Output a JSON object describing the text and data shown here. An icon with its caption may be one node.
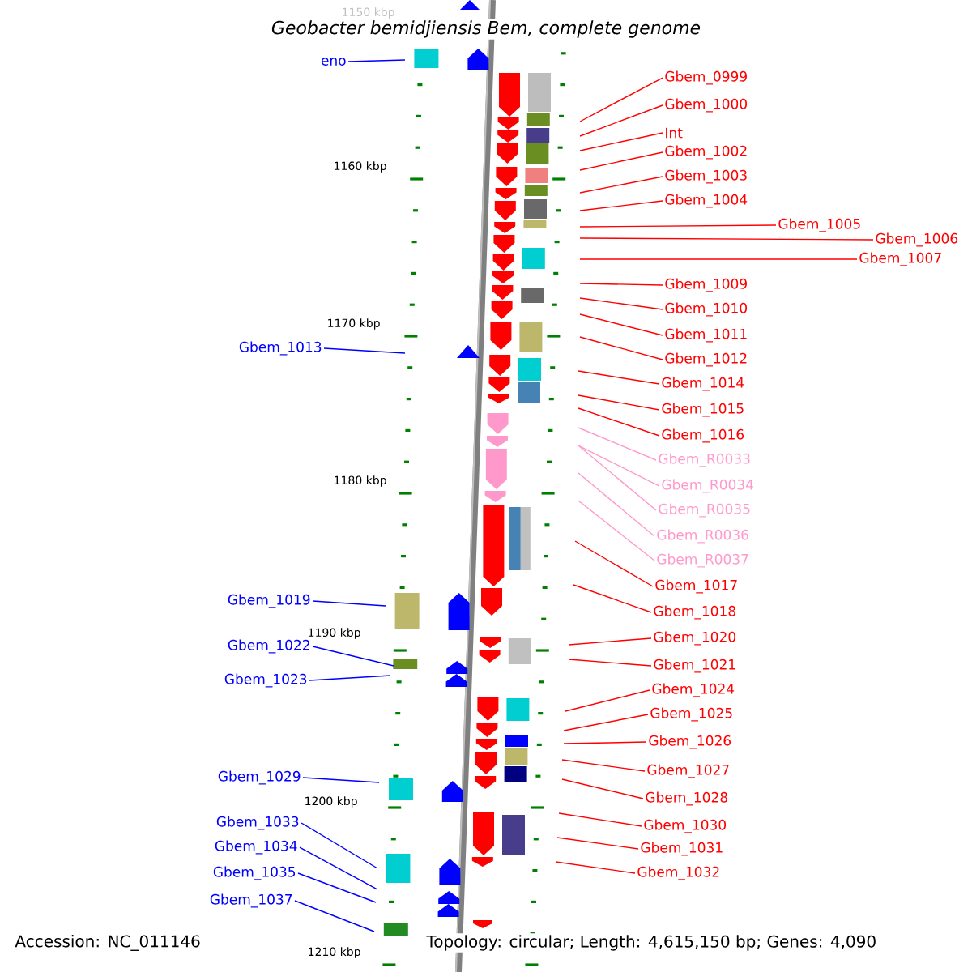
{
  "diagram": {
    "title": "Geobacter bemidjiensis Bem, complete genome",
    "nodes": [
      {
        "text": [
          "eno"
        ]
      },
      {
        "text": [
          "Gbem_0999"
        ]
      },
      {
        "text": [
          "Gbem_1000"
        ]
      },
      {
        "text": [
          "Int"
        ]
      },
      {
        "text": [
          "Gbem_1002"
        ]
      },
      {
        "text": [
          "Gbem_1003"
        ]
      },
      {
        "text": [
          "Gbem_1004"
        ]
      },
      {
        "text": [
          "Gbem_1005"
        ]
      },
      {
        "text": [
          "Gbem_1006"
        ]
      },
      {
        "text": [
          "Gbem_1007"
        ]
      },
      {
        "text": [
          "Gbem_1009"
        ]
      },
      {
        "text": [
          "Gbem_1010"
        ]
      },
      {
        "text": [
          "Gbem_1011"
        ]
      },
      {
        "text": [
          "Gbem_1013"
        ]
      },
      {
        "text": [
          "Gbem_1012"
        ]
      },
      {
        "text": [
          "Gbem_1014"
        ]
      },
      {
        "text": [
          "Gbem_1015"
        ]
      },
      {
        "text": [
          "Gbem_1016"
        ]
      },
      {
        "text": [
          "Gbem_R0033"
        ]
      },
      {
        "text": [
          "Gbem_R0034"
        ]
      },
      {
        "text": [
          "Gbem_R0035"
        ]
      },
      {
        "text": [
          "Gbem_R0036"
        ]
      },
      {
        "text": [
          "Gbem_R0037"
        ]
      },
      {
        "text": [
          "Gbem_1017"
        ]
      },
      {
        "text": [
          "Gbem_1019"
        ]
      },
      {
        "text": [
          "Gbem_1018"
        ]
      },
      {
        "text": [
          "Gbem_1020"
        ]
      },
      {
        "text": [
          "Gbem_1022"
        ]
      },
      {
        "text": [
          "Gbem_1021"
        ]
      },
      {
        "text": [
          "Gbem_1023"
        ]
      },
      {
        "text": [
          "Gbem_1024"
        ]
      },
      {
        "text": [
          "Gbem_1025"
        ]
      },
      {
        "text": [
          "Gbem_1026"
        ]
      },
      {
        "text": [
          "Gbem_1027"
        ]
      },
      {
        "text": [
          "Gbem_1029"
        ]
      },
      {
        "text": [
          "Gbem_1028"
        ]
      },
      {
        "text": [
          "Gbem_1033"
        ]
      },
      {
        "text": [
          "Gbem_1030"
        ]
      },
      {
        "text": [
          "Gbem_1034"
        ]
      },
      {
        "text": [
          "Gbem_1031"
        ]
      },
      {
        "text": [
          "Gbem_1035"
        ]
      },
      {
        "text": [
          "Gbem_1032"
        ]
      },
      {
        "text": [
          "Gbem_1037"
        ]
      }
    ],
    "edges": [
      {
        "from": 0,
        "to": null,
        "arrow": "none",
        "color": "#0000ff"
      },
      {
        "from": 1,
        "to": null,
        "arrow": "none"
      },
      {
        "from": 2,
        "to": null,
        "arrow": "none"
      },
      {
        "from": 3,
        "to": null,
        "arrow": "none"
      },
      {
        "from": 4,
        "to": null,
        "arrow": "none"
      },
      {
        "from": 5,
        "to": null,
        "arrow": "none"
      },
      {
        "from": 6,
        "to": null,
        "arrow": "none"
      },
      {
        "from": 7,
        "to": null,
        "arrow": "none"
      },
      {
        "from": 8,
        "to": null,
        "arrow": "none"
      },
      {
        "from": 9,
        "to": null,
        "arrow": "none"
      },
      {
        "from": 10,
        "to": null,
        "arrow": "none"
      },
      {
        "from": 11,
        "to": null,
        "arrow": "none"
      },
      {
        "from": 12,
        "to": null,
        "arrow": "none"
      },
      {
        "from": 13,
        "to": null,
        "arrow": "none",
        "color": "#0000ff"
      },
      {
        "from": 14,
        "to": null,
        "arrow": "none"
      },
      {
        "from": 15,
        "to": null,
        "arrow": "none"
      },
      {
        "from": 16,
        "to": null,
        "arrow": "none"
      },
      {
        "from": 17,
        "to": null,
        "arrow": "none"
      },
      {
        "from": 18,
        "to": null,
        "arrow": "none",
        "color": "#ff99cc"
      },
      {
        "from": 19,
        "to": null,
        "arrow": "none",
        "color": "#ff99cc"
      },
      {
        "from": 20,
        "to": null,
        "arrow": "none",
        "color": "#ff99cc"
      },
      {
        "from": 21,
        "to": null,
        "arrow": "none",
        "color": "#ff99cc"
      },
      {
        "from": 22,
        "to": null,
        "arrow": "none",
        "color": "#ff99cc"
      },
      {
        "from": 23,
        "to": null,
        "arrow": "none"
      },
      {
        "from": 24,
        "to": null,
        "arrow": "none",
        "color": "#0000ff"
      },
      {
        "from": 25,
        "to": null,
        "arrow": "none"
      },
      {
        "from": 26,
        "to": null,
        "arrow": "none"
      },
      {
        "from": 27,
        "to": null,
        "arrow": "none",
        "color": "#0000ff"
      },
      {
        "from": 28,
        "to": null,
        "arrow": "none"
      },
      {
        "from": 29,
        "to": null,
        "arrow": "none",
        "color": "#0000ff"
      },
      {
        "from": 30,
        "to": null,
        "arrow": "none"
      },
      {
        "from": 31,
        "to": null,
        "arrow": "none"
      },
      {
        "from": 32,
        "to": null,
        "arrow": "none"
      },
      {
        "from": 33,
        "to": null,
        "arrow": "none"
      },
      {
        "from": 34,
        "to": null,
        "arrow": "none",
        "color": "#0000ff"
      },
      {
        "from": 35,
        "to": null,
        "arrow": "none"
      },
      {
        "from": 36,
        "to": null,
        "arrow": "none",
        "color": "#0000ff"
      },
      {
        "from": 37,
        "to": null,
        "arrow": "none"
      },
      {
        "from": 38,
        "to": null,
        "arrow": "none",
        "color": "#0000ff"
      },
      {
        "from": 39,
        "to": null,
        "arrow": "none"
      },
      {
        "from": 40,
        "to": null,
        "arrow": "none",
        "color": "#0000ff"
      },
      {
        "from": 41,
        "to": null,
        "arrow": "none"
      },
      {
        "from": 42,
        "to": null,
        "arrow": "none",
        "color": "#0000ff"
      }
    ],
    "labels": [
      "1150 kbp",
      "1160 kbp",
      "1170 kbp",
      "1180 kbp",
      "1190 kbp",
      "1200 kbp",
      "Accession: NC_011146",
      "Topology: circular; Length: 4,615,150 bp; Genes: 4,090",
      "1210 kbp"
    ]
  }
}
